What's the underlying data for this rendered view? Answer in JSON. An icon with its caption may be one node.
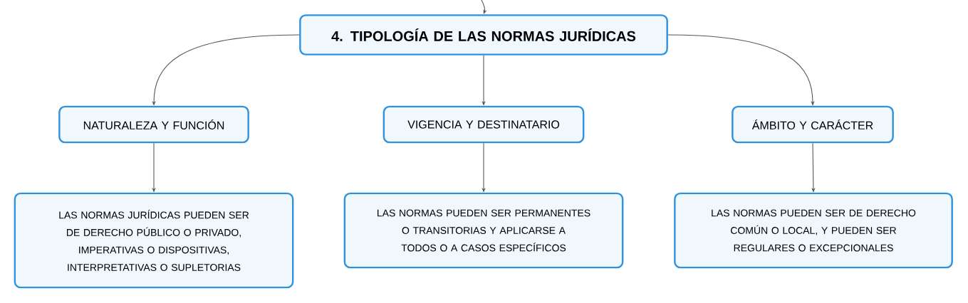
{
  "diagram": {
    "nodes": [
      {
        "text": [
          "4. TIPOLOGÍA DE LAS NORMAS JURÍDICAS"
        ]
      },
      {
        "text": [
          "NATURALEZA Y FUNCIÓN"
        ]
      },
      {
        "text": [
          "VIGENCIA Y DESTINATARIO"
        ]
      },
      {
        "text": [
          "ÁMBITO Y CARÁCTER"
        ]
      },
      {
        "text": [
          "LAS NORMAS JURÍDICAS PUEDEN SER DE DERECHO PÚBLICO O PRIVADO, IMPERATIVAS O DISPOSITIVAS, INTERPRETATIVAS O SUPLETORIAS"
        ]
      },
      {
        "text": [
          "LAS NORMAS PUEDEN SER PERMANENTES O TRANSITORIAS Y APLICARSE A TODOS O A CASOS ESPECÍFICOS"
        ]
      },
      {
        "text": [
          "LAS NORMAS PUEDEN SER DE DERECHO COMÚN O LOCAL, Y PUEDEN SER REGULARES O EXCEPCIONALES"
        ]
      }
    ],
    "edges": [
      {
        "from": null,
        "to": 0,
        "arrow": "to"
      },
      {
        "from": 0,
        "to": 1,
        "arrow": "to"
      },
      {
        "from": 0,
        "to": 2,
        "arrow": "to"
      },
      {
        "from": 0,
        "to": 3,
        "arrow": "to"
      },
      {
        "from": 1,
        "to": 4,
        "arrow": "to"
      },
      {
        "from": 2,
        "to": 5,
        "arrow": "to"
      },
      {
        "from": 3,
        "to": 6,
        "arrow": "to"
      }
    ]
  }
}
